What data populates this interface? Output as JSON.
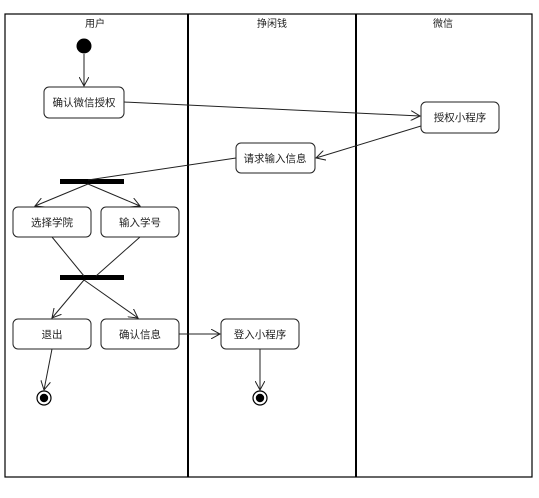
{
  "swimlanes": [
    {
      "id": "user",
      "title": "用户"
    },
    {
      "id": "app",
      "title": "挣闲钱"
    },
    {
      "id": "wechat",
      "title": "微信"
    }
  ],
  "nodes": {
    "confirm_auth": "确认微信授权",
    "authorize_mini_program": "授权小程序",
    "request_input_info": "请求输入信息",
    "select_college": "选择学院",
    "input_student_id": "输入学号",
    "exit": "退出",
    "confirm_info": "确认信息",
    "login_mini_program": "登入小程序"
  }
}
